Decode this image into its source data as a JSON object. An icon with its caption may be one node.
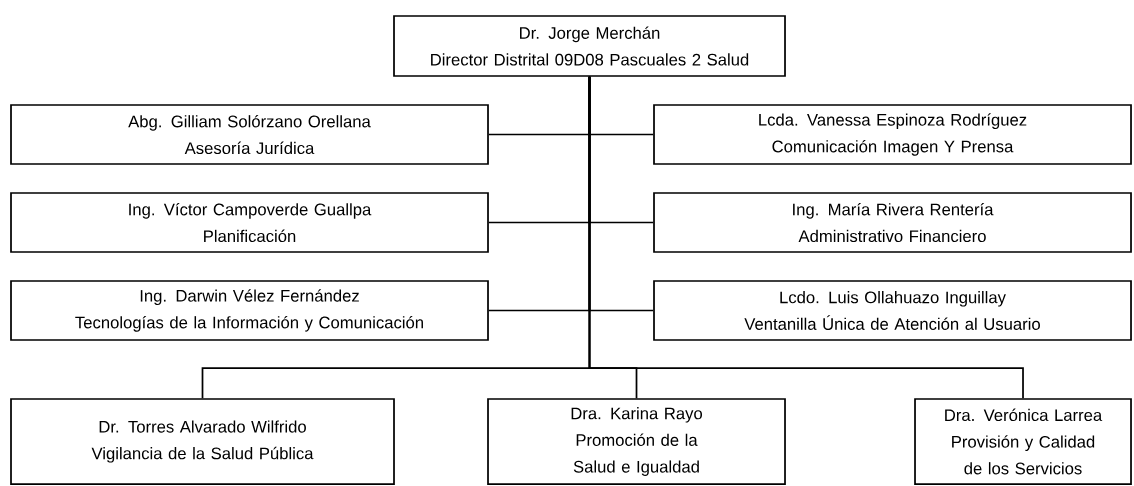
{
  "diagram": {
    "nodes": [
      {
        "text": [
          "Dr. Jorge Merchán",
          "Director Distrital 09D08 Pascuales 2 Salud"
        ]
      },
      {
        "text": [
          "Abg. Gilliam Solórzano Orellana",
          "Asesoría Jurídica"
        ]
      },
      {
        "text": [
          "Lcda. Vanessa Espinoza Rodríguez",
          "Comunicación Imagen Y Prensa"
        ]
      },
      {
        "text": [
          "Ing. Víctor Campoverde Guallpa",
          "Planificación"
        ]
      },
      {
        "text": [
          "Ing. María Rivera Rentería",
          "Administrativo Financiero"
        ]
      },
      {
        "text": [
          "Ing. Darwin Vélez Fernández",
          "Tecnologías de la Información y Comunicación"
        ]
      },
      {
        "text": [
          "Lcdo.  Luis Ollahuazo Inguillay",
          "Ventanilla Única de Atención al Usuario"
        ]
      },
      {
        "text": [
          "Dr. Torres Alvarado Wilfrido",
          "Vigilancia de la Salud Pública"
        ]
      },
      {
        "text": [
          "Dra. Karina Rayo",
          "Promoción de la Salud e Igualdad"
        ]
      },
      {
        "text": [
          "Dra. Verónica Larrea",
          "Provisión y Calidad de los Servicios"
        ]
      }
    ],
    "edges": [
      {
        "from": 0,
        "to": 1,
        "arrow": "none"
      },
      {
        "from": 0,
        "to": 2,
        "arrow": "none"
      },
      {
        "from": 0,
        "to": 3,
        "arrow": "none"
      },
      {
        "from": 0,
        "to": 4,
        "arrow": "none"
      },
      {
        "from": 0,
        "to": 5,
        "arrow": "none"
      },
      {
        "from": 0,
        "to": 6,
        "arrow": "none"
      },
      {
        "from": 0,
        "to": 7,
        "arrow": "none"
      },
      {
        "from": 0,
        "to": 8,
        "arrow": "none"
      },
      {
        "from": 0,
        "to": 9,
        "arrow": "none"
      }
    ]
  }
}
